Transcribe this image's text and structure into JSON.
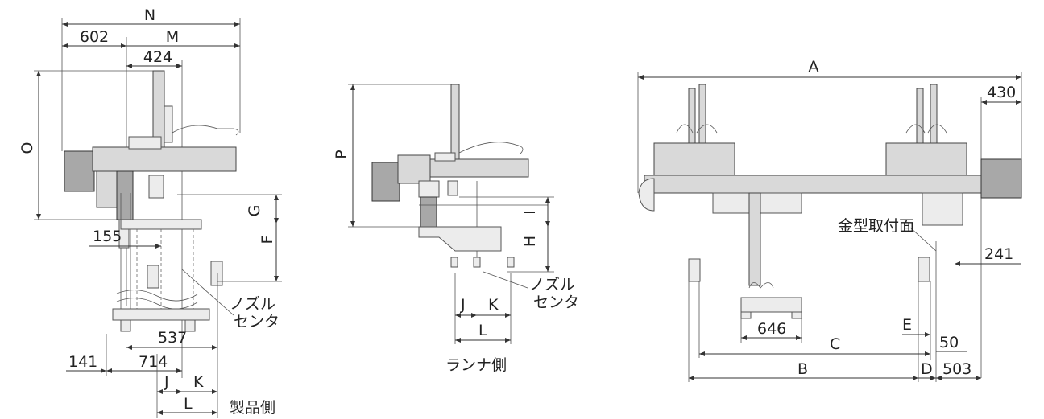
{
  "front_view": {
    "labels": {
      "N": "N",
      "d602": "602",
      "M": "M",
      "d424": "424",
      "O": "O",
      "G": "G",
      "F": "F",
      "d155": "155",
      "nozzle_1": "ノズル",
      "nozzle_2": "センタ",
      "d537": "537",
      "d141": "141",
      "d714": "714",
      "J": "J",
      "K": "K",
      "L": "L",
      "product_side": "製品側"
    }
  },
  "side_view": {
    "labels": {
      "P": "P",
      "I": "I",
      "H": "H",
      "nozzle_1": "ノズル",
      "nozzle_2": "センタ",
      "J": "J",
      "K": "K",
      "L": "L",
      "runner_side": "ランナ側"
    }
  },
  "top_view": {
    "labels": {
      "A": "A",
      "d430": "430",
      "mold_face": "金型取付面",
      "d241": "241",
      "d646": "646",
      "C": "C",
      "E": "E",
      "d50": "50",
      "B": "B",
      "D": "D",
      "d503": "503"
    }
  }
}
